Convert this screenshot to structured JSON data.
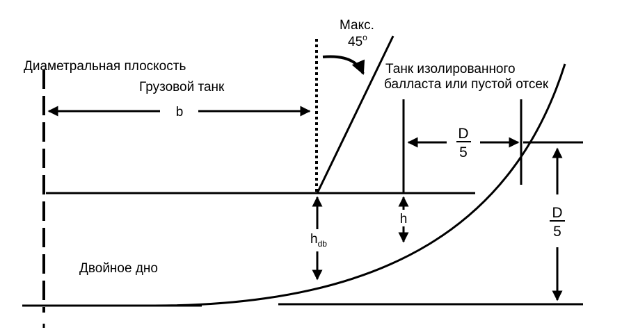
{
  "labels": {
    "centerline": "Диаметральная плоскость",
    "cargo_tank": "Грузовой танк",
    "max": "Макс.",
    "angle_value": "45",
    "angle_unit": "o",
    "ballast_line1": "Танк изолированного",
    "ballast_line2": "балласта или пустой отсек",
    "breadth": "b",
    "frac_num_h": "D",
    "frac_den_h": "5",
    "frac_num_v": "D",
    "frac_den_v": "5",
    "h": "h",
    "hdb_main": "h",
    "hdb_sub": "db",
    "double_bottom": "Двойное дно"
  },
  "colors": {
    "ink": "#000000",
    "background": "#ffffff"
  }
}
